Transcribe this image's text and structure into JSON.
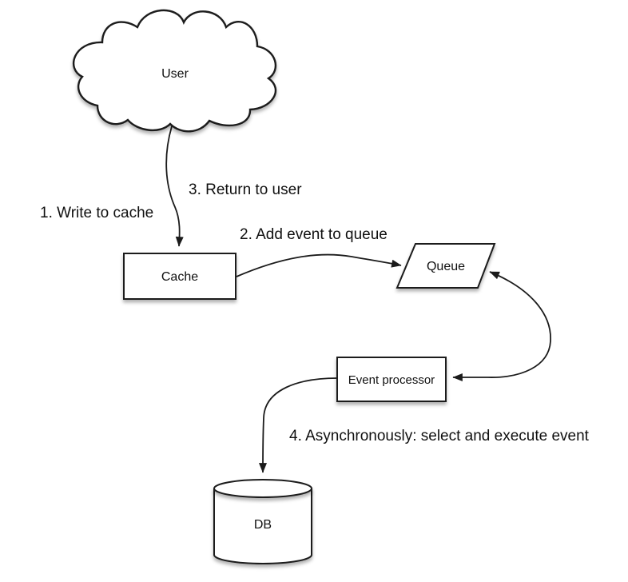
{
  "diagram_type": "flowchart",
  "nodes": {
    "user": {
      "label": "User",
      "shape": "cloud"
    },
    "cache": {
      "label": "Cache",
      "shape": "rectangle"
    },
    "queue": {
      "label": "Queue",
      "shape": "parallelogram"
    },
    "event_processor": {
      "label": "Event processor",
      "shape": "rectangle"
    },
    "db": {
      "label": "DB",
      "shape": "cylinder"
    }
  },
  "edge_labels": {
    "step1": "1. Write to cache",
    "step2": "2. Add event to queue",
    "step3": "3. Return to user",
    "step4": "4. Asynchronously: select and execute event"
  },
  "edges": [
    {
      "from": "user",
      "to": "cache",
      "labels": [
        "1. Write to cache",
        "3. Return to user"
      ],
      "bidirectional": false
    },
    {
      "from": "cache",
      "to": "queue",
      "labels": [
        "2. Add event to queue"
      ],
      "bidirectional": false
    },
    {
      "from": "queue",
      "to": "event_processor",
      "labels": [],
      "bidirectional": true
    },
    {
      "from": "event_processor",
      "to": "db",
      "labels": [
        "4. Asynchronously: select and execute event"
      ],
      "bidirectional": false
    }
  ],
  "colors": {
    "stroke": "#1b1b1b",
    "fill": "#ffffff",
    "background": "#ffffff",
    "text": "#101010"
  }
}
